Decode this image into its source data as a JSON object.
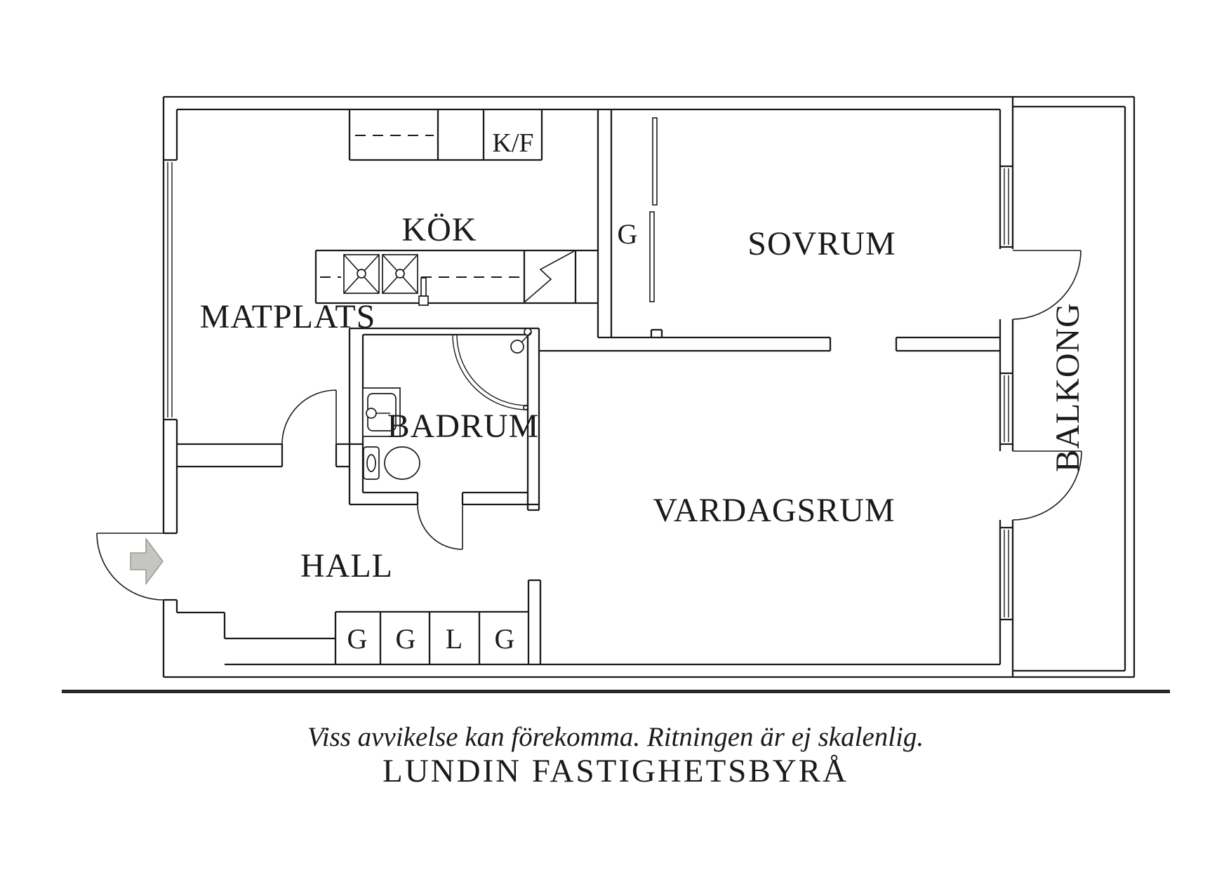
{
  "rooms": {
    "kok": "KÖK",
    "matplats": "MATPLATS",
    "sovrum": "SOVRUM",
    "badrum": "BADRUM",
    "vardagsrum": "VARDAGSRUM",
    "hall": "HALL",
    "balkong": "BALKONG"
  },
  "units": {
    "kf": "K/F",
    "wardrobe": "G",
    "closet_row": [
      "G",
      "G",
      "L",
      "G"
    ]
  },
  "footer": {
    "disclaimer": "Viss avvikelse kan förekomma. Ritningen är ej skalenlig.",
    "brand": "LUNDIN FASTIGHETSBYRÅ"
  },
  "colors": {
    "line": "#1a1a1a",
    "arrow_fill": "#c5c5c1",
    "arrow_stroke": "#9a9a96",
    "separator": "#262626",
    "background": "#ffffff"
  }
}
